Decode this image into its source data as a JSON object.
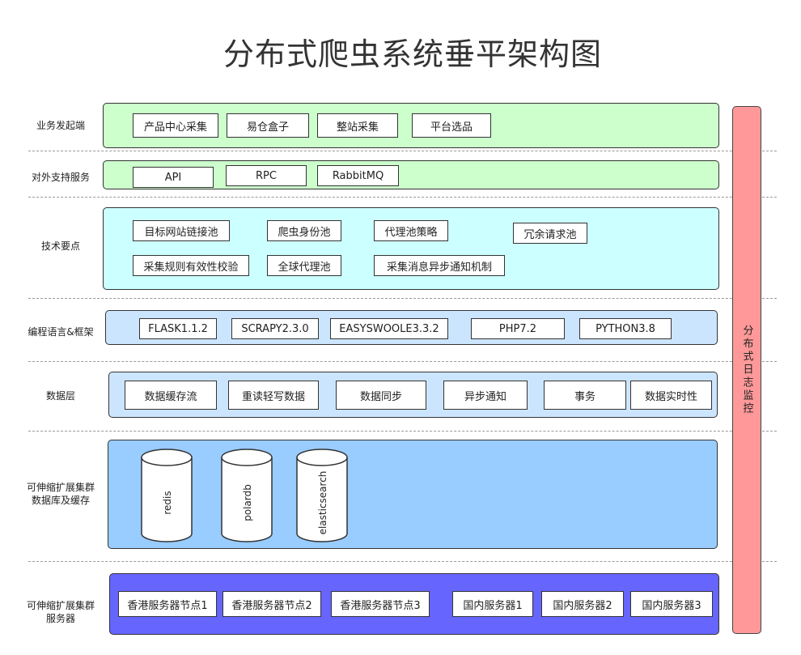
{
  "title": "分布式爬虫系统垂平架构图",
  "side_panel": {
    "label": "分布式日志监控",
    "color": "#ff9999"
  },
  "layers": [
    {
      "id": "business",
      "label": "业务发起端",
      "color": "#ccffcc",
      "items": [
        "产品中心采集",
        "易仓盒子",
        "整站采集",
        "平台选品"
      ]
    },
    {
      "id": "external",
      "label": "对外支持服务",
      "color": "#ccffcc",
      "items": [
        "API",
        "RPC",
        "RabbitMQ"
      ]
    },
    {
      "id": "tech",
      "label": "技术要点",
      "color": "#ccffff",
      "items": [
        "目标网站链接池",
        "爬虫身份池",
        "代理池策略",
        "冗余请求池",
        "采集规则有效性校验",
        "全球代理池",
        "采集消息异步通知机制"
      ]
    },
    {
      "id": "frameworks",
      "label": "编程语言&框架",
      "color": "#cce5ff",
      "items": [
        "FLASK1.1.2",
        "SCRAPY2.3.0",
        "EASYSWOOLE3.3.2",
        "PHP7.2",
        "PYTHON3.8"
      ]
    },
    {
      "id": "data",
      "label": "数据层",
      "color": "#cce5ff",
      "items": [
        "数据缓存流",
        "重读轻写数据",
        "数据同步",
        "异步通知",
        "事务",
        "数据实时性"
      ]
    },
    {
      "id": "db",
      "label": "可伸缩扩展集群\n数据库及缓存",
      "color": "#99ccff",
      "items": [
        "redis",
        "polardb",
        "elasticsearch"
      ]
    },
    {
      "id": "servers",
      "label": "可伸缩扩展集群\n服务器",
      "color": "#6666ff",
      "items": [
        "香港服务器节点1",
        "香港服务器节点2",
        "香港服务器节点3",
        "国内服务器1",
        "国内服务器2",
        "国内服务器3"
      ]
    }
  ]
}
